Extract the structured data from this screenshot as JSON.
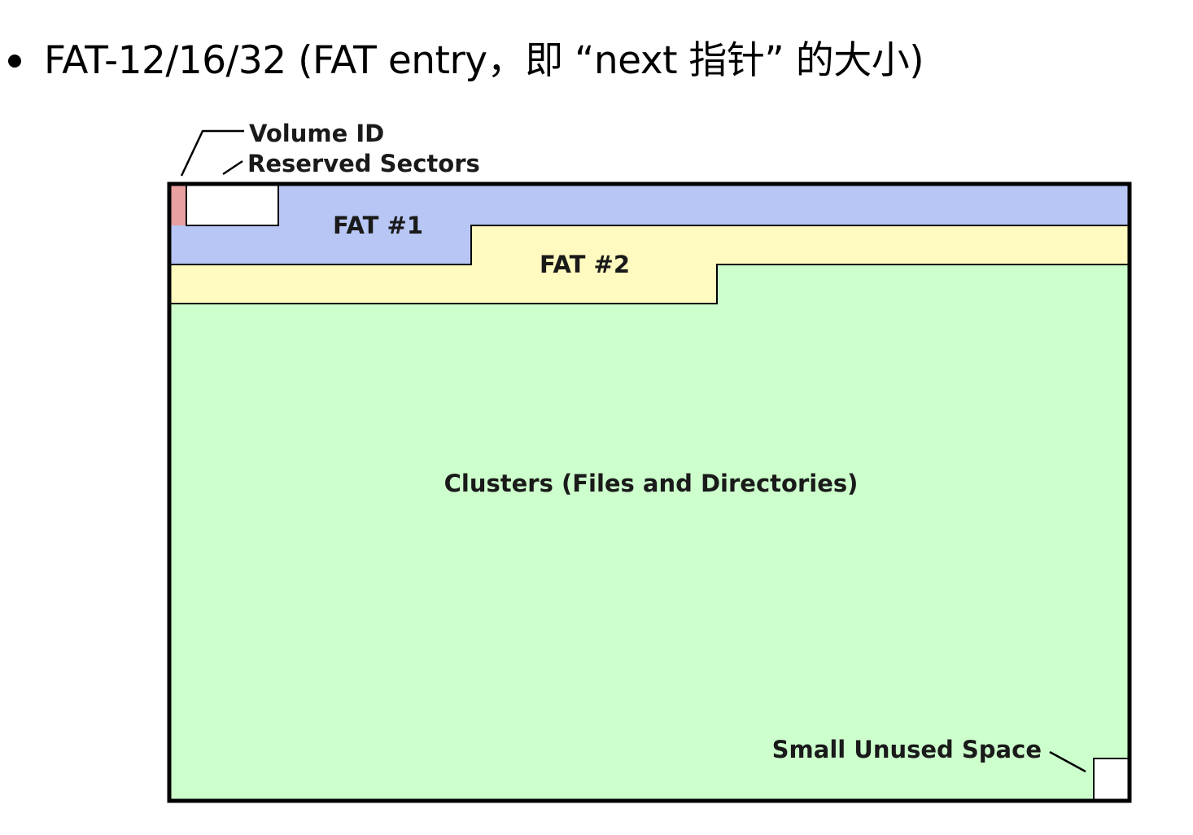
{
  "bullet": {
    "text": "FAT-12/16/32 (FAT entry，即 “next 指针” 的大小)"
  },
  "diagram": {
    "labels": {
      "volume_id": "Volume ID",
      "reserved_sectors": "Reserved Sectors",
      "fat1": "FAT #1",
      "fat2": "FAT #2",
      "clusters": "Clusters (Files and Directories)",
      "unused": "Small Unused Space"
    },
    "colors": {
      "volume_id": "#e8a0a0",
      "reserved": "#ffffff",
      "fat1": "#b8c6f5",
      "fat2": "#fffabf",
      "clusters": "#ccffcc",
      "outline": "#000000"
    }
  }
}
